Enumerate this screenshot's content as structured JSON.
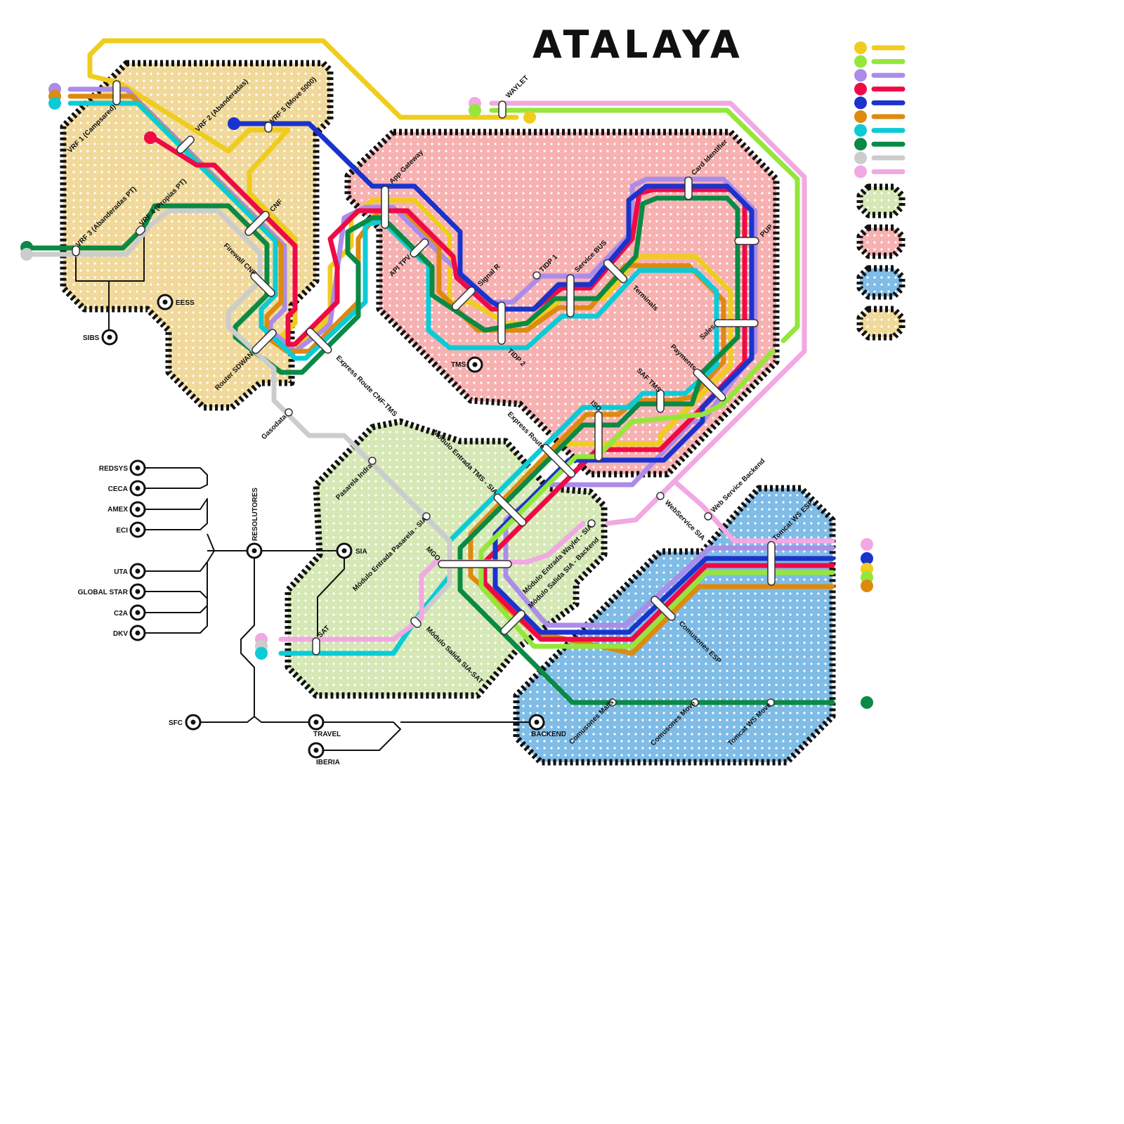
{
  "title": "ATALAYA",
  "colors": {
    "yellow": "#f0cc1d",
    "lime": "#95e63a",
    "lavender": "#ab8ce8",
    "red": "#ef0a45",
    "blue": "#1b33cc",
    "orange": "#dd8a0f",
    "cyan": "#0ccbd6",
    "green": "#0b8a45",
    "gray": "#cccccc",
    "pink": "#f2a8e2",
    "zone_green": "#d6e8b5",
    "zone_pink": "#f7b1b1",
    "zone_blue": "#7fbce6",
    "zone_tan": "#f0d99a"
  },
  "legend": {
    "lines": [
      "yellow",
      "lime",
      "lavender",
      "red",
      "blue",
      "orange",
      "cyan",
      "green",
      "gray",
      "pink"
    ],
    "zones": [
      "zone_green",
      "zone_pink",
      "zone_blue",
      "zone_tan"
    ]
  },
  "stations": {
    "vrf1": "VRF 1 (Campsared)",
    "vrf2": "VRF 2 (Abanderadas)",
    "vrf3": "VRF 3 (Abanderadas PT)",
    "vrf4": "VRF 4 (Propias PT)",
    "vrf5": "VRF 5 (Move 5000)",
    "cnf": "CNF",
    "firewall": "Firewall CNF",
    "router": "Router SDWAN",
    "eess": "EESS",
    "sibs": "SIBS",
    "gasodata": "Gasodata",
    "express_cnf": "Express Route CNF-TMS",
    "waylet": "WAYLET",
    "app_gateway": "App Gateway",
    "api_tpv": "API TPV",
    "signal_r": "Signal R",
    "tidp1": "TIDP 1",
    "tidp2": "TIDP 2",
    "service_bus": "Service BUS",
    "terminals": "Terminals",
    "card_identifier": "Card Identifier",
    "pup": "PUP",
    "sales": "Sales",
    "payments": "Payments",
    "saf_tms": "SAF TMS",
    "iso": "ISO",
    "express_route": "Express Route",
    "tms": "TMS",
    "pasarela_indra": "Pasarela Indra",
    "mod_entrada_tms": "Módulo Entrada TMS - SIA",
    "mod_entrada_pasarela": "Módulo Entrada Pasarela - SIA",
    "mgo": "MGO",
    "mod_entrada_waylet": "Módulo Entrada Waylet - SIA",
    "mod_salida_backend": "Módulo Salida SIA - Backend",
    "mod_salida_sat": "Módulo Salida SIA-SAT",
    "sat": "SAT",
    "sia": "SIA",
    "webservice_sia": "WebService SIA",
    "ws_backend": "Web Service Backend",
    "tomcat_esp": "Tomcat WS ESP",
    "comusones_esp": "Comusones ESP",
    "comusones_mails": "Comusones Mails",
    "comusones_move": "Comusones Move",
    "tomcat_move": "Tomcat WS Move",
    "backend": "BACKEND",
    "travel": "TRAVEL",
    "iberia": "IBERIA",
    "sfc": "SFC",
    "resolutores": "RESOLUTORES"
  },
  "resolvers": [
    "REDSYS",
    "CECA",
    "AMEX",
    "ECI",
    "UTA",
    "GLOBAL STAR",
    "C2A",
    "DKV"
  ]
}
